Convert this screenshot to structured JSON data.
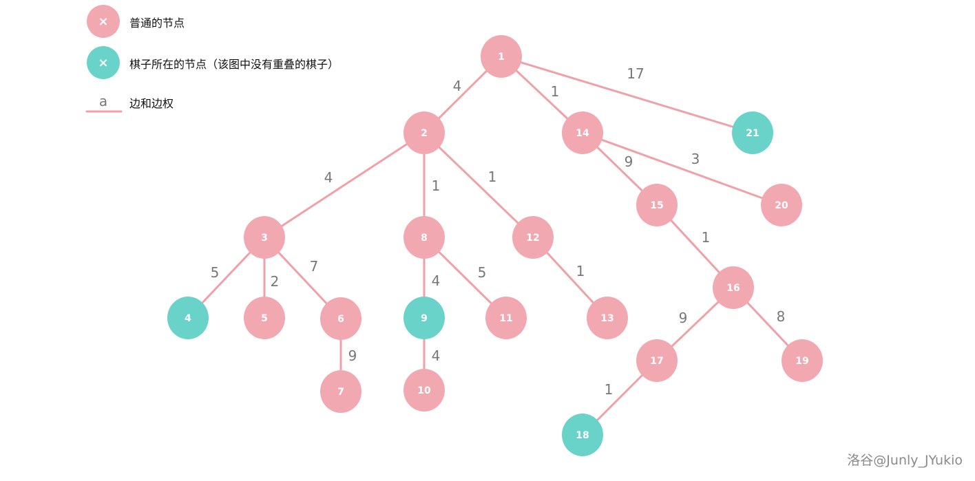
{
  "colors": {
    "normal": "#F2A8B0",
    "piece": "#69D2C9",
    "edge": "#F0A0A8",
    "weight": "#777777",
    "node_text": "#ffffff"
  },
  "legend": {
    "normal_node": {
      "symbol": "×",
      "label": "普通的节点"
    },
    "piece_node": {
      "symbol": "×",
      "label": "棋子所在的节点（该图中没有重叠的棋子）"
    },
    "edge": {
      "symbol": "a",
      "label": "边和边权"
    }
  },
  "graph": {
    "nodes": [
      {
        "id": "1",
        "type": "normal"
      },
      {
        "id": "2",
        "type": "normal"
      },
      {
        "id": "3",
        "type": "normal"
      },
      {
        "id": "4",
        "type": "piece"
      },
      {
        "id": "5",
        "type": "normal"
      },
      {
        "id": "6",
        "type": "normal"
      },
      {
        "id": "7",
        "type": "normal"
      },
      {
        "id": "8",
        "type": "normal"
      },
      {
        "id": "9",
        "type": "piece"
      },
      {
        "id": "10",
        "type": "normal"
      },
      {
        "id": "11",
        "type": "normal"
      },
      {
        "id": "12",
        "type": "normal"
      },
      {
        "id": "13",
        "type": "normal"
      },
      {
        "id": "14",
        "type": "normal"
      },
      {
        "id": "15",
        "type": "normal"
      },
      {
        "id": "16",
        "type": "normal"
      },
      {
        "id": "17",
        "type": "normal"
      },
      {
        "id": "18",
        "type": "piece"
      },
      {
        "id": "19",
        "type": "normal"
      },
      {
        "id": "20",
        "type": "normal"
      },
      {
        "id": "21",
        "type": "piece"
      }
    ],
    "edges": [
      {
        "from": "1",
        "to": "2",
        "weight": "4"
      },
      {
        "from": "1",
        "to": "14",
        "weight": "1"
      },
      {
        "from": "1",
        "to": "21",
        "weight": "17"
      },
      {
        "from": "2",
        "to": "3",
        "weight": "4"
      },
      {
        "from": "2",
        "to": "8",
        "weight": "1"
      },
      {
        "from": "2",
        "to": "12",
        "weight": "1"
      },
      {
        "from": "14",
        "to": "15",
        "weight": "9"
      },
      {
        "from": "14",
        "to": "20",
        "weight": "3"
      },
      {
        "from": "15",
        "to": "16",
        "weight": "1"
      },
      {
        "from": "3",
        "to": "4",
        "weight": "5"
      },
      {
        "from": "3",
        "to": "5",
        "weight": "2"
      },
      {
        "from": "3",
        "to": "6",
        "weight": "7"
      },
      {
        "from": "8",
        "to": "9",
        "weight": "4"
      },
      {
        "from": "8",
        "to": "11",
        "weight": "5"
      },
      {
        "from": "12",
        "to": "13",
        "weight": "1"
      },
      {
        "from": "6",
        "to": "7",
        "weight": "9"
      },
      {
        "from": "9",
        "to": "10",
        "weight": "4"
      },
      {
        "from": "16",
        "to": "17",
        "weight": "9"
      },
      {
        "from": "16",
        "to": "19",
        "weight": "8"
      },
      {
        "from": "17",
        "to": "18",
        "weight": "1"
      }
    ]
  },
  "watermark": "洛谷@Junly_JYukio"
}
